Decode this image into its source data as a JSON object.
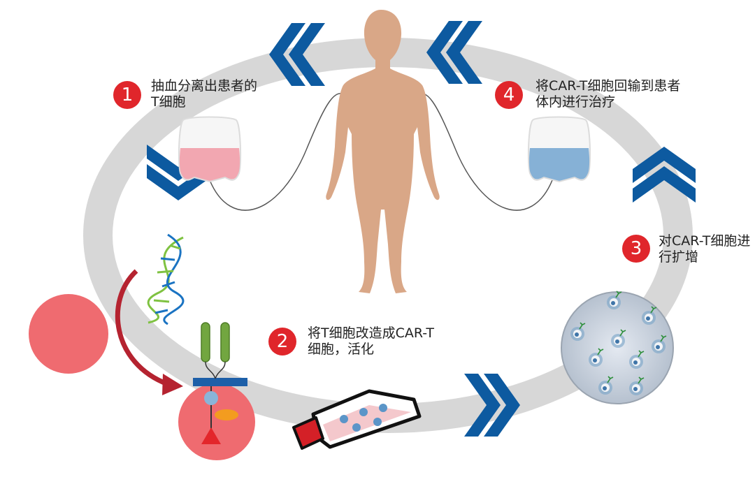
{
  "colors": {
    "ring": "#d7d7d7",
    "chevron": "#0d5aa0",
    "badge": "#e0262b",
    "body": "#d9a787",
    "bag_red": "#f2a7b1",
    "bag_blue": "#86b1d6",
    "cell_red": "#ef6b70",
    "dna_green": "#7fc241",
    "dna_blue": "#1a73c2",
    "flask_cap": "#d42027",
    "arrow_red": "#b52330"
  },
  "icons": [
    "double-chevron-icon",
    "human-body-icon",
    "iv-bag-icon",
    "dna-icon",
    "car-receptor-icon",
    "culture-flask-icon",
    "expansion-dish-icon",
    "curved-arrow-icon"
  ],
  "steps": [
    {
      "number": "1",
      "lines": [
        "抽血分离出患者的",
        "T细胞"
      ]
    },
    {
      "number": "2",
      "lines": [
        "将T细胞改造成CAR-T",
        "细胞，活化"
      ]
    },
    {
      "number": "3",
      "lines": [
        "对CAR-T细胞进",
        "行扩增"
      ]
    },
    {
      "number": "4",
      "lines": [
        "将CAR-T细胞回输到患者",
        "体内进行治疗"
      ]
    }
  ]
}
